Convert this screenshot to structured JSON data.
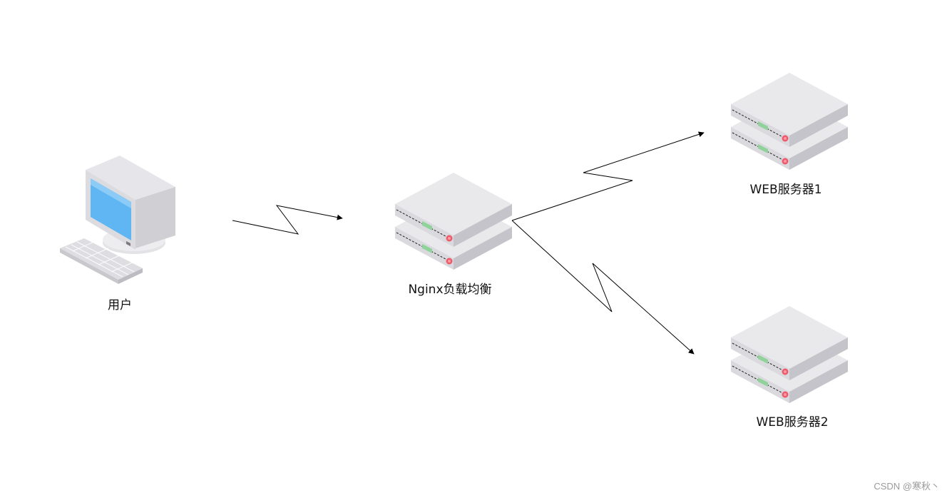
{
  "nodes": {
    "user": {
      "label": "用户"
    },
    "nginx": {
      "label": "Nginx负载均衡"
    },
    "web1": {
      "label": "WEB服务器1"
    },
    "web2": {
      "label": "WEB服务器2"
    }
  },
  "watermark": "CSDN @寒秋丶"
}
